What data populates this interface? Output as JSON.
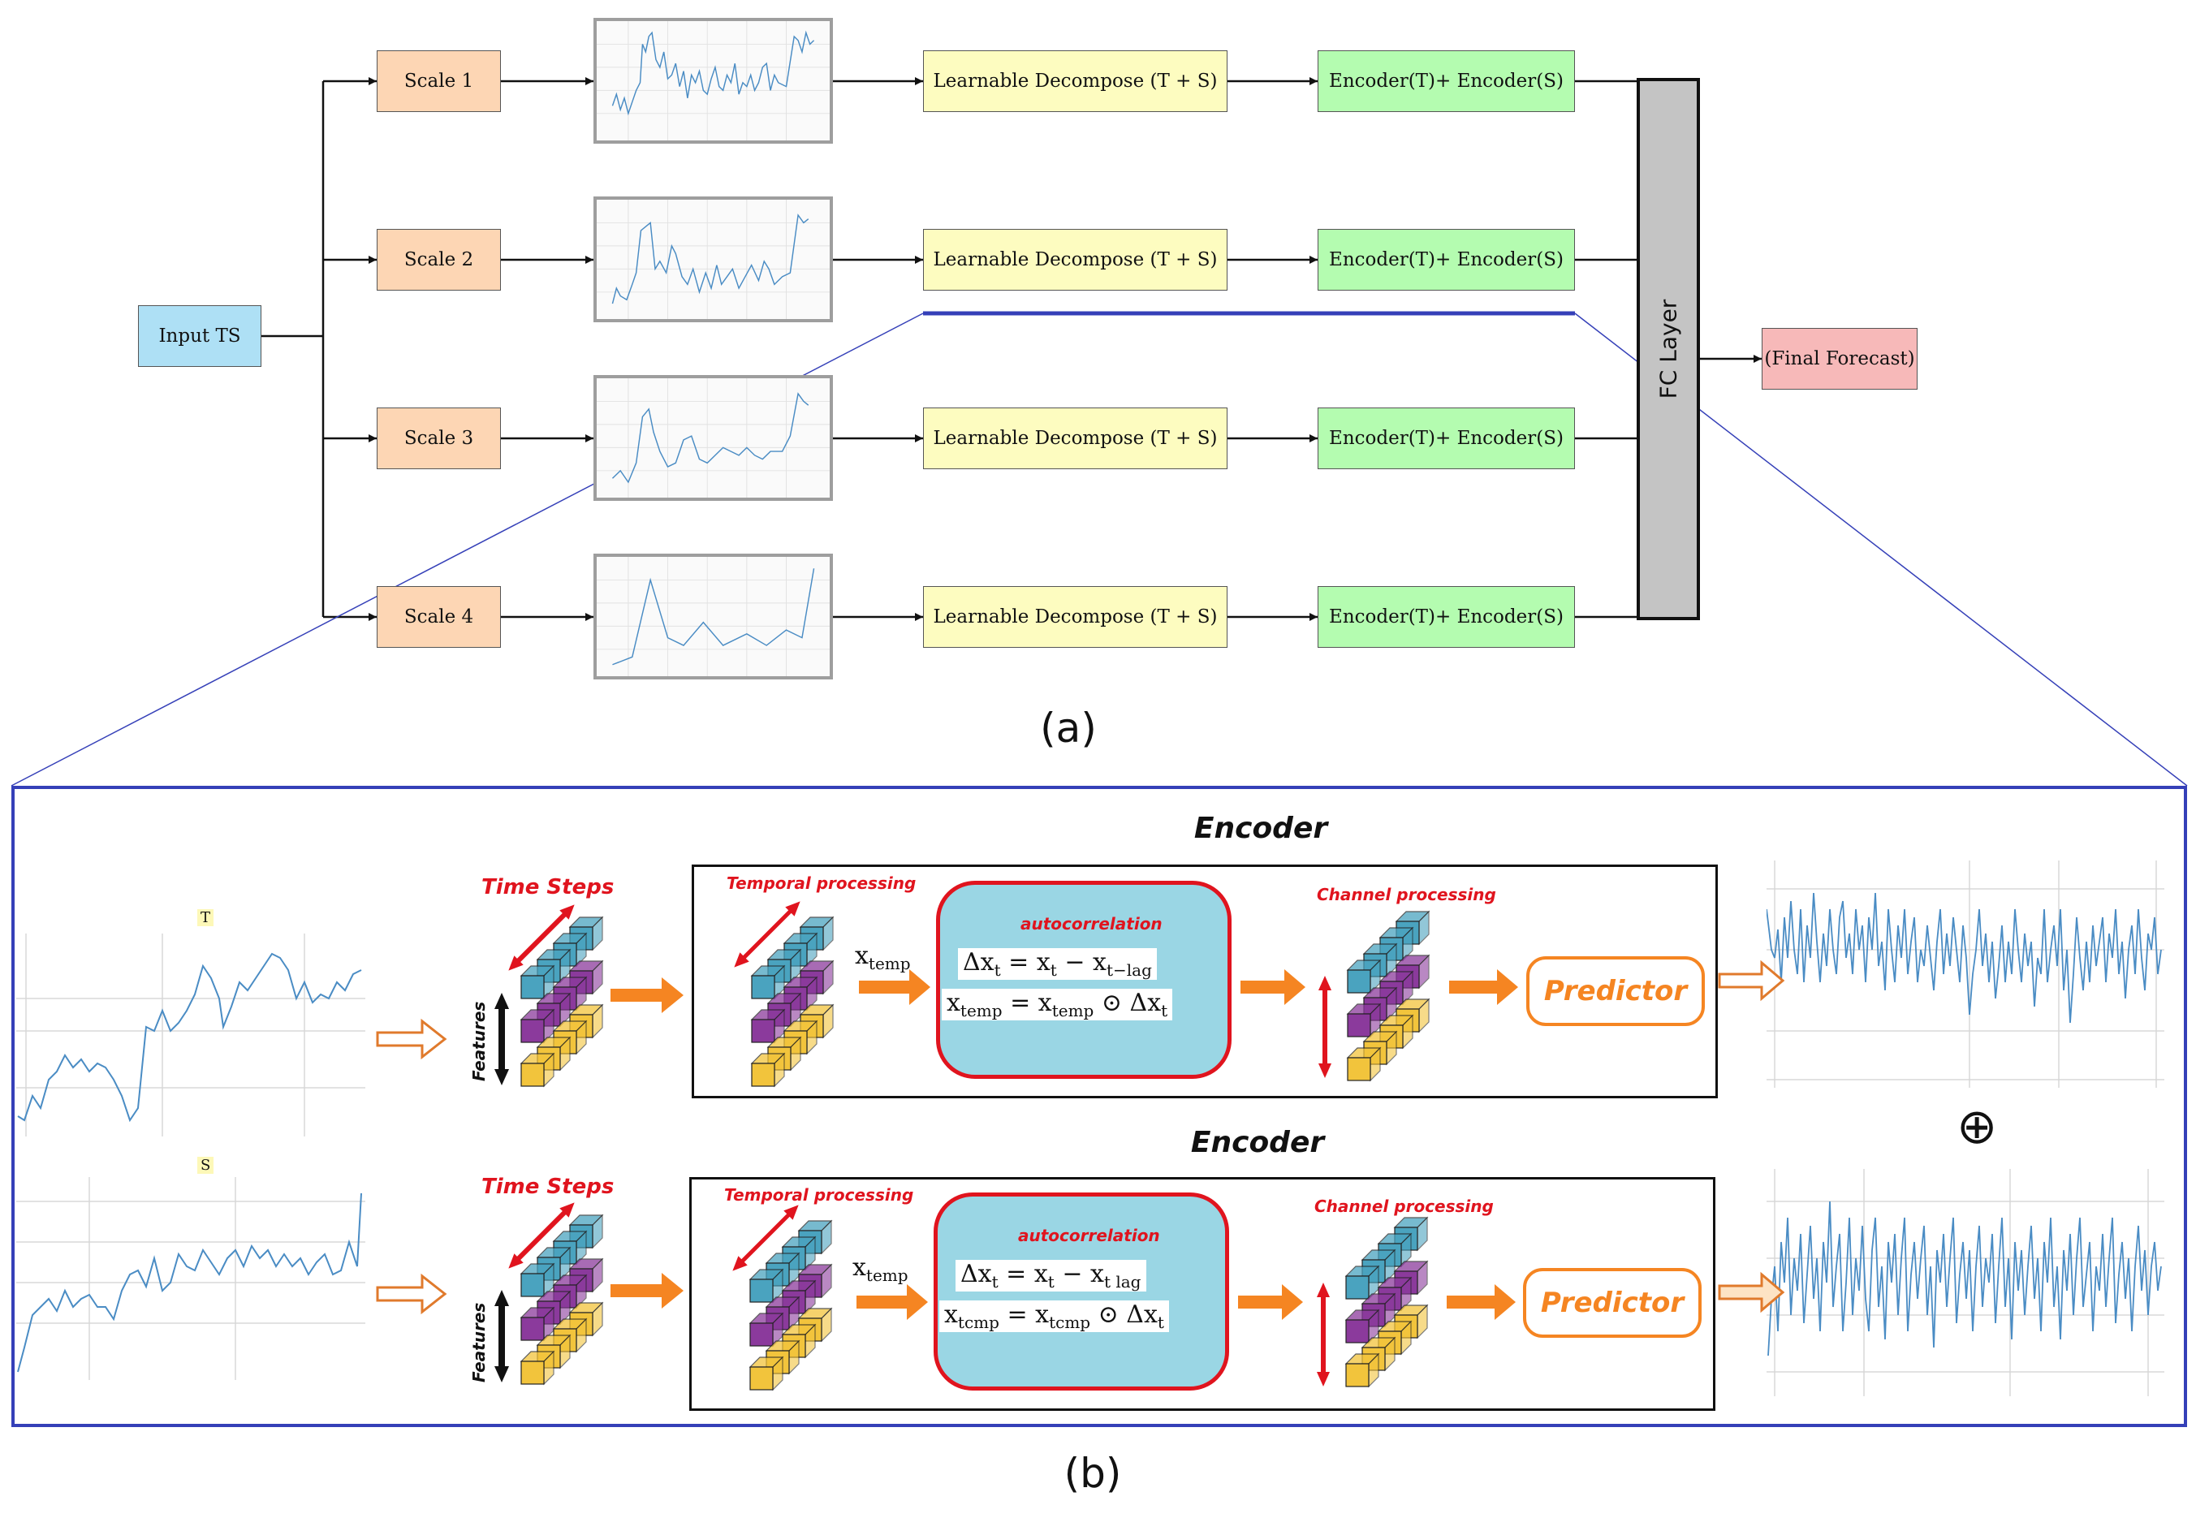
{
  "panel_a": {
    "input": "Input TS",
    "scales": [
      "Scale 1",
      "Scale 2",
      "Scale 3",
      "Scale 4"
    ],
    "decompose": "Learnable Decompose (T + S)",
    "encoder": "Encoder(T)+ Encoder(S)",
    "fc_layer": "FC Layer",
    "final": "(Final Forecast)",
    "caption": "(a)"
  },
  "panel_b": {
    "caption": "(b)",
    "trend_tag": "T",
    "seasonal_tag": "S",
    "encoders": [
      {
        "title": "Encoder",
        "time_steps": "Time Steps",
        "features": "Features",
        "temporal": "Temporal processing",
        "autocorrelation": "autocorrelation",
        "channel": "Channel processing",
        "predictor": "Predictor",
        "x_temp": "x_temp",
        "eq1": "Δx_t = x_t − x_t−lag",
        "eq2": "x_temp = x_temp ⊙ Δx_t"
      },
      {
        "title": "Encoder",
        "time_steps": "Time Steps",
        "features": "Features",
        "temporal": "Temporal processing",
        "autocorrelation": "autocorrelation",
        "channel": "Channel processing",
        "predictor": "Predictor",
        "x_temp": "x_temp",
        "eq1": "Δx_t = x_t − x_t lag",
        "eq2": "x_tcmp = x_tcmp ⊙ Δx_t"
      }
    ],
    "combine_symbol": "⊕"
  },
  "colors": {
    "input": "#aee0f5",
    "scale": "#fdd6b4",
    "decompose": "#fdfcc0",
    "encoder": "#b4fcb0",
    "final": "#f7b9b9",
    "fc": "#c4c4c4",
    "panel_border": "#3540b8",
    "accent_red": "#e0141e",
    "accent_orange": "#f58522",
    "series_blue": "#4a8cc4",
    "cube_teal": "#4aa3bf",
    "cube_purple": "#8b3a9c",
    "cube_yellow": "#f2c43c"
  }
}
